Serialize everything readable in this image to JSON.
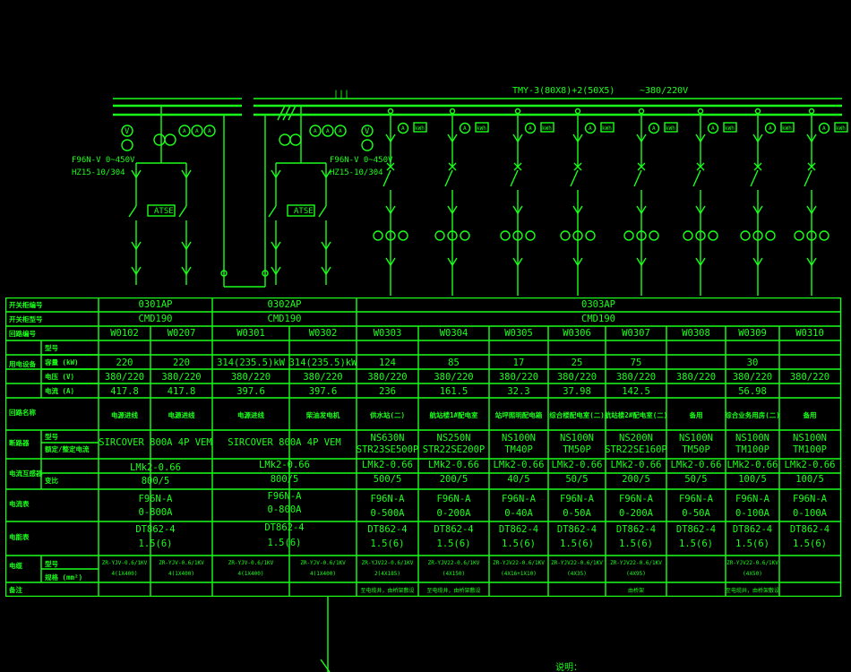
{
  "bus": {
    "designation": "TMY-3(80X8)+2(50X5)",
    "voltage": "~380/220V"
  },
  "incoming": [
    {
      "meter_spec": "F96N-V 0~450V",
      "switch_spec": "HZ15-10/304",
      "ats_label": "ATSE"
    },
    {
      "meter_spec": "F96N-V 0~450V",
      "switch_spec": "HZ15-10/304",
      "ats_label": "ATSE"
    }
  ],
  "feeder_symbols": {
    "ammeter": "A",
    "kwh": "kWh",
    "voltmeter": "V"
  },
  "table": {
    "row_labels": {
      "cabinet_no": "开关柜编号",
      "cabinet_model": "开关柜型号",
      "circuit_no": "回路编号",
      "equipment": "用电设备",
      "model": "型号",
      "capacity": "容量 (kW)",
      "voltage": "电压 (V)",
      "current": "电流 (A)",
      "circuit_name": "回路名称",
      "breaker": "断路器",
      "breaker_setting": "额定/整定电流",
      "ct": "电流互感器",
      "ct_ratio": "变比",
      "ammeter": "电流表",
      "energy_meter": "电能表",
      "cable": "电缆",
      "cable_spec": "规格 (mm²)",
      "remark": "备注"
    },
    "cabinets": [
      {
        "no": "0301AP",
        "model": "CMD190"
      },
      {
        "no": "0302AP",
        "model": "CMD190"
      },
      {
        "no": "0303AP",
        "model": "CMD190"
      }
    ],
    "circuits": [
      {
        "no": "W0102",
        "capacity": "220",
        "voltage": "380/220",
        "current": "417.8",
        "name": "电源进线",
        "ct": "LMk2-0.66",
        "ct_ratio": "800/5",
        "ammeter": "F96N-A",
        "ammeter_range": "0-800A",
        "meter": "DT862-4",
        "meter_rating": "1.5(6)",
        "cable_model": "ZR-YJV-0.6/1KV",
        "cable_spec": "4(1X400)",
        "remark": ""
      },
      {
        "no": "W0207",
        "capacity": "220",
        "voltage": "380/220",
        "current": "417.8",
        "name": "电源进线",
        "ct": "",
        "ct_ratio": "",
        "ammeter": "",
        "ammeter_range": "",
        "meter": "",
        "meter_rating": "",
        "cable_model": "ZR-YJV-0.6/1KV",
        "cable_spec": "4(1X400)",
        "remark": ""
      },
      {
        "no": "W0301",
        "capacity": "314(235.5)kW",
        "voltage": "380/220",
        "current": "397.6",
        "name": "电源进线",
        "ct": "LMk2-0.66",
        "ct_ratio": "800/5",
        "ammeter": "F96N-A",
        "ammeter_range": "0-800A",
        "meter": "DT862-4",
        "meter_rating": "1.5(6)",
        "cable_model": "ZR-YJV-0.6/1KV",
        "cable_spec": "4(1X400)",
        "remark": ""
      },
      {
        "no": "W0302",
        "capacity": "314(235.5)kW",
        "voltage": "380/220",
        "current": "397.6",
        "name": "柴油发电机",
        "ct": "",
        "ct_ratio": "",
        "ammeter": "",
        "ammeter_range": "",
        "meter": "",
        "meter_rating": "",
        "cable_model": "ZR-YJV-0.6/1KV",
        "cable_spec": "4(1X400)",
        "remark": ""
      },
      {
        "no": "W0303",
        "capacity": "124",
        "voltage": "380/220",
        "current": "236",
        "name": "供水站(二)",
        "breaker_a": "NS630N",
        "breaker_b": "STR23SE500P",
        "ct": "LMk2-0.66",
        "ct_ratio": "500/5",
        "ammeter": "F96N-A",
        "ammeter_range": "0-500A",
        "meter": "DT862-4",
        "meter_rating": "1.5(6)",
        "cable_model": "ZR-YJV22-0.6/1KV",
        "cable_spec": "2(4X185)",
        "remark": "至电缆井，由桥架敷设"
      },
      {
        "no": "W0304",
        "capacity": "85",
        "voltage": "380/220",
        "current": "161.5",
        "name": "航站楼1#配电室",
        "breaker_a": "NS250N",
        "breaker_b": "STR22SE200P",
        "ct": "LMk2-0.66",
        "ct_ratio": "200/5",
        "ammeter": "F96N-A",
        "ammeter_range": "0-200A",
        "meter": "DT862-4",
        "meter_rating": "1.5(6)",
        "cable_model": "ZR-YJV22-0.6/1KV",
        "cable_spec": "(4X150)",
        "remark": "至电缆井，由桥架敷设"
      },
      {
        "no": "W0305",
        "capacity": "17",
        "voltage": "380/220",
        "current": "32.3",
        "name": "站坪照明配电箱",
        "breaker_a": "NS100N",
        "breaker_b": "TM40P",
        "ct": "LMk2-0.66",
        "ct_ratio": "40/5",
        "ammeter": "F96N-A",
        "ammeter_range": "0-40A",
        "meter": "DT862-4",
        "meter_rating": "1.5(6)",
        "cable_model": "ZR-YJV22-0.6/1KV",
        "cable_spec": "(4X16+1X10)",
        "remark": ""
      },
      {
        "no": "W0306",
        "capacity": "25",
        "voltage": "380/220",
        "current": "37.98",
        "name": "综合楼配电室(二)",
        "breaker_a": "NS100N",
        "breaker_b": "TM50P",
        "ct": "LMk2-0.66",
        "ct_ratio": "50/5",
        "ammeter": "F96N-A",
        "ammeter_range": "0-50A",
        "meter": "DT862-4",
        "meter_rating": "1.5(6)",
        "cable_model": "ZR-YJV22-0.6/1KV",
        "cable_spec": "(4X35)",
        "remark": ""
      },
      {
        "no": "W0307",
        "capacity": "75",
        "voltage": "380/220",
        "current": "142.5",
        "name": "航站楼2#配电室(二)",
        "breaker_a": "NS200N",
        "breaker_b": "STR22SE160P",
        "ct": "LMk2-0.66",
        "ct_ratio": "200/5",
        "ammeter": "F96N-A",
        "ammeter_range": "0-200A",
        "meter": "DT862-4",
        "meter_rating": "1.5(6)",
        "cable_model": "ZR-YJV22-0.6/1KV",
        "cable_spec": "(4X95)",
        "remark": "由桥架"
      },
      {
        "no": "W0308",
        "capacity": "",
        "voltage": "380/220",
        "current": "",
        "name": "备用",
        "breaker_a": "NS100N",
        "breaker_b": "TM50P",
        "ct": "LMk2-0.66",
        "ct_ratio": "50/5",
        "ammeter": "F96N-A",
        "ammeter_range": "0-50A",
        "meter": "DT862-4",
        "meter_rating": "1.5(6)",
        "cable_model": "",
        "cable_spec": "",
        "remark": ""
      },
      {
        "no": "W0309",
        "capacity": "30",
        "voltage": "380/220",
        "current": "56.98",
        "name": "综合业务用房(二)",
        "breaker_a": "NS100N",
        "breaker_b": "TM100P",
        "ct": "LMk2-0.66",
        "ct_ratio": "100/5",
        "ammeter": "F96N-A",
        "ammeter_range": "0-100A",
        "meter": "DT862-4",
        "meter_rating": "1.5(6)",
        "cable_model": "ZR-YJV22-0.6/1KV",
        "cable_spec": "(4X50)",
        "remark": "至电缆井，由桥架敷设"
      },
      {
        "no": "W0310",
        "capacity": "",
        "voltage": "380/220",
        "current": "",
        "name": "备用",
        "breaker_a": "NS100N",
        "breaker_b": "TM100P",
        "ct": "LMk2-0.66",
        "ct_ratio": "100/5",
        "ammeter": "F96N-A",
        "ammeter_range": "0-100A",
        "meter": "DT862-4",
        "meter_rating": "1.5(6)",
        "cable_model": "",
        "cable_spec": "",
        "remark": ""
      }
    ],
    "breaker_incoming_1": "SIRCOVER 800A 4P VEM",
    "breaker_incoming_2": "SIRCOVER 800A 4P VEM"
  },
  "note_label": "说明："
}
